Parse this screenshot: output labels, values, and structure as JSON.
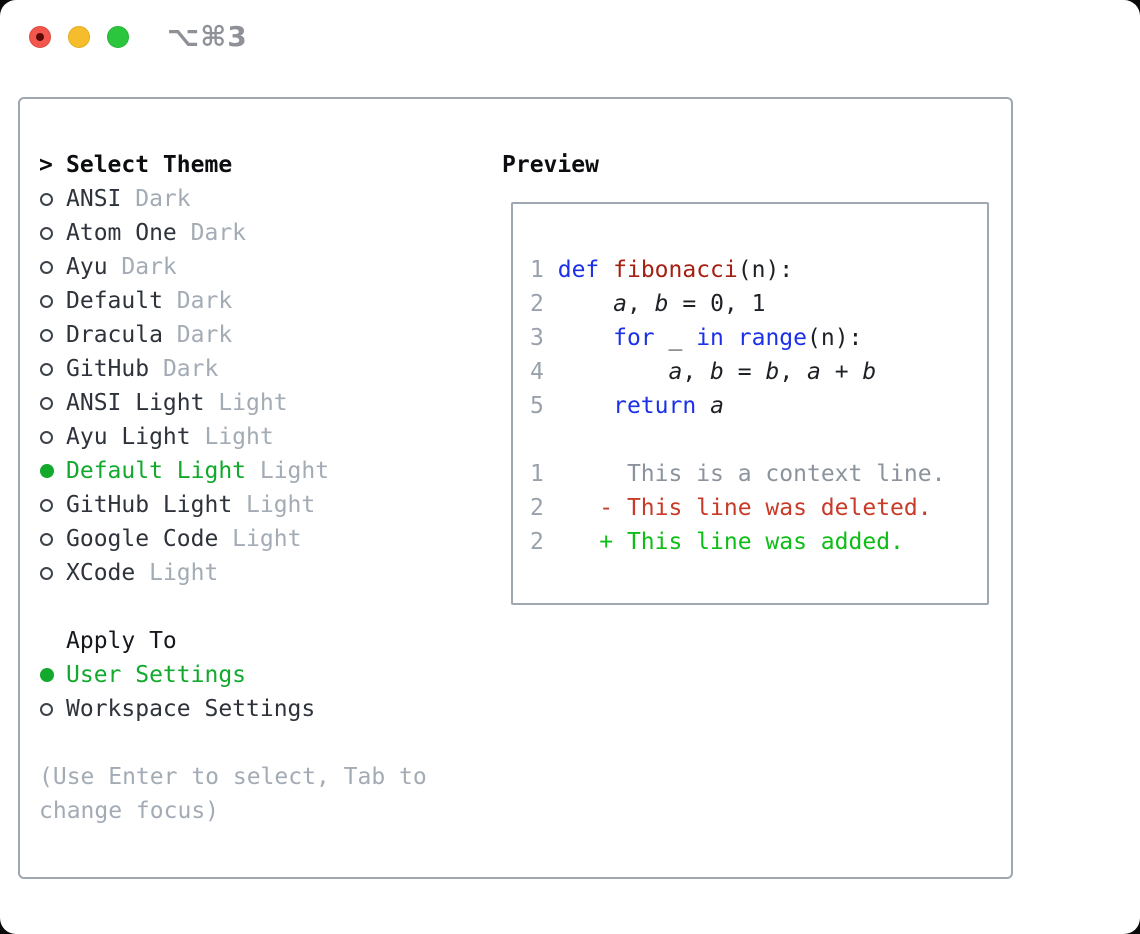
{
  "window": {
    "title_shortcut": "⌥⌘3",
    "traffic_lights": [
      "close-icon",
      "minimize-icon",
      "zoom-icon"
    ]
  },
  "colors": {
    "accent-green": "#12a92d",
    "added-green": "#0fbd17",
    "deleted-red": "#c73b28",
    "keyword-blue": "#1b30e8",
    "function-red": "#a51f12",
    "muted-gray": "#a3abb5",
    "border-gray": "#9fa7b1"
  },
  "theme_panel": {
    "prompt": ">",
    "title": "Select Theme",
    "themes": [
      {
        "name": "ANSI",
        "variant": "Dark",
        "selected": false
      },
      {
        "name": "Atom One",
        "variant": "Dark",
        "selected": false
      },
      {
        "name": "Ayu",
        "variant": "Dark",
        "selected": false
      },
      {
        "name": "Default",
        "variant": "Dark",
        "selected": false
      },
      {
        "name": "Dracula",
        "variant": "Dark",
        "selected": false
      },
      {
        "name": "GitHub",
        "variant": "Dark",
        "selected": false
      },
      {
        "name": "ANSI Light",
        "variant": "Light",
        "selected": false
      },
      {
        "name": "Ayu Light",
        "variant": "Light",
        "selected": false
      },
      {
        "name": "Default Light",
        "variant": "Light",
        "selected": true
      },
      {
        "name": "GitHub Light",
        "variant": "Light",
        "selected": false
      },
      {
        "name": "Google Code",
        "variant": "Light",
        "selected": false
      },
      {
        "name": "XCode",
        "variant": "Light",
        "selected": false
      }
    ],
    "apply_to": {
      "title": "Apply To",
      "options": [
        {
          "label": "User Settings",
          "selected": true
        },
        {
          "label": "Workspace Settings",
          "selected": false
        }
      ]
    },
    "hint": [
      "(Use Enter to select, Tab to",
      "change focus)"
    ]
  },
  "preview": {
    "title": "Preview",
    "lines": [
      [
        {
          "t": "1",
          "c": "num"
        },
        {
          "t": " ",
          "c": "plain"
        },
        {
          "t": "def",
          "c": "kw"
        },
        {
          "t": " ",
          "c": "plain"
        },
        {
          "t": "fibonacci",
          "c": "fn"
        },
        {
          "t": "(n):",
          "c": "plain"
        }
      ],
      [
        {
          "t": "2",
          "c": "num"
        },
        {
          "t": "     ",
          "c": "plain"
        },
        {
          "t": "a",
          "c": "var"
        },
        {
          "t": ", ",
          "c": "plain"
        },
        {
          "t": "b",
          "c": "var"
        },
        {
          "t": " = 0, 1",
          "c": "plain"
        }
      ],
      [
        {
          "t": "3",
          "c": "num"
        },
        {
          "t": "     ",
          "c": "plain"
        },
        {
          "t": "for",
          "c": "kw"
        },
        {
          "t": " _ ",
          "c": "plain"
        },
        {
          "t": "in",
          "c": "kw"
        },
        {
          "t": " ",
          "c": "plain"
        },
        {
          "t": "range",
          "c": "kw"
        },
        {
          "t": "(n):",
          "c": "plain"
        }
      ],
      [
        {
          "t": "4",
          "c": "num"
        },
        {
          "t": "         ",
          "c": "plain"
        },
        {
          "t": "a",
          "c": "var"
        },
        {
          "t": ", ",
          "c": "plain"
        },
        {
          "t": "b",
          "c": "var"
        },
        {
          "t": " = ",
          "c": "plain"
        },
        {
          "t": "b",
          "c": "var"
        },
        {
          "t": ", ",
          "c": "plain"
        },
        {
          "t": "a",
          "c": "var"
        },
        {
          "t": " + ",
          "c": "plain"
        },
        {
          "t": "b",
          "c": "var"
        }
      ],
      [
        {
          "t": "5",
          "c": "num"
        },
        {
          "t": "     ",
          "c": "plain"
        },
        {
          "t": "return",
          "c": "kw"
        },
        {
          "t": " ",
          "c": "plain"
        },
        {
          "t": "a",
          "c": "var"
        }
      ],
      [],
      [
        {
          "t": "1",
          "c": "num"
        },
        {
          "t": "      ",
          "c": "plain"
        },
        {
          "t": "This is a context line.",
          "c": "ctx"
        }
      ],
      [
        {
          "t": "2",
          "c": "num"
        },
        {
          "t": "    ",
          "c": "plain"
        },
        {
          "t": "- This line was deleted.",
          "c": "del"
        }
      ],
      [
        {
          "t": "2",
          "c": "num"
        },
        {
          "t": "    ",
          "c": "plain"
        },
        {
          "t": "+ This line was added.",
          "c": "add"
        }
      ]
    ]
  }
}
